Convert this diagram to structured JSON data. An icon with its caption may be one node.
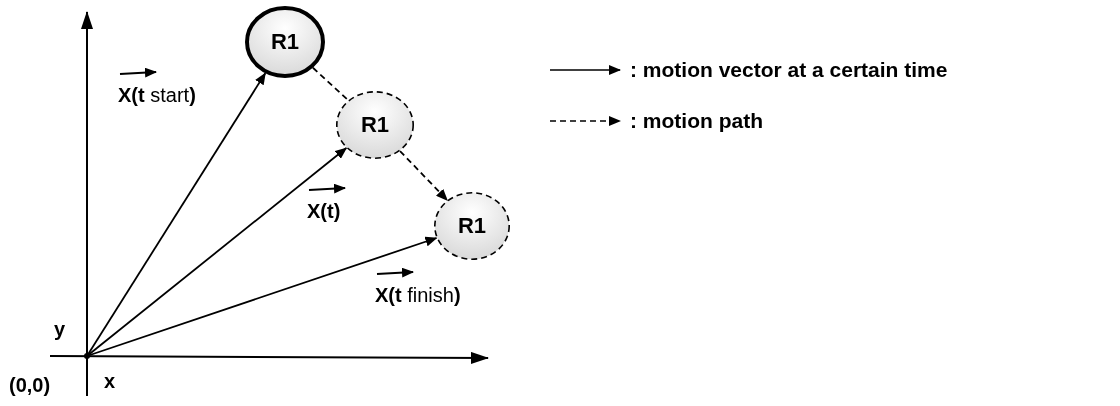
{
  "diagram": {
    "nodes": [
      {
        "text": [],
        "shape": "point",
        "beside": [
          "(0,0)"
        ]
      },
      {
        "text": [
          "R1"
        ]
      },
      {
        "text": [
          "R1"
        ]
      },
      {
        "text": [
          "R1"
        ]
      }
    ],
    "edges": [
      {
        "from": 0,
        "to": 1,
        "arrow": "to",
        "label": "**X(t** start**)**"
      },
      {
        "from": 0,
        "to": 2,
        "arrow": "to",
        "label": "X(t)"
      },
      {
        "from": 0,
        "to": 3,
        "arrow": "to",
        "label": "**X(t** finish**)**"
      },
      {
        "from": 1,
        "to": 2,
        "arrow": "none",
        "style": "dashed"
      },
      {
        "from": 2,
        "to": 3,
        "arrow": "to",
        "style": "dashed"
      }
    ],
    "labels": [
      "y",
      "x"
    ],
    "legend": [
      {
        "text": ": motion vector at a certain time"
      },
      {
        "text": ": motion path"
      }
    ]
  }
}
